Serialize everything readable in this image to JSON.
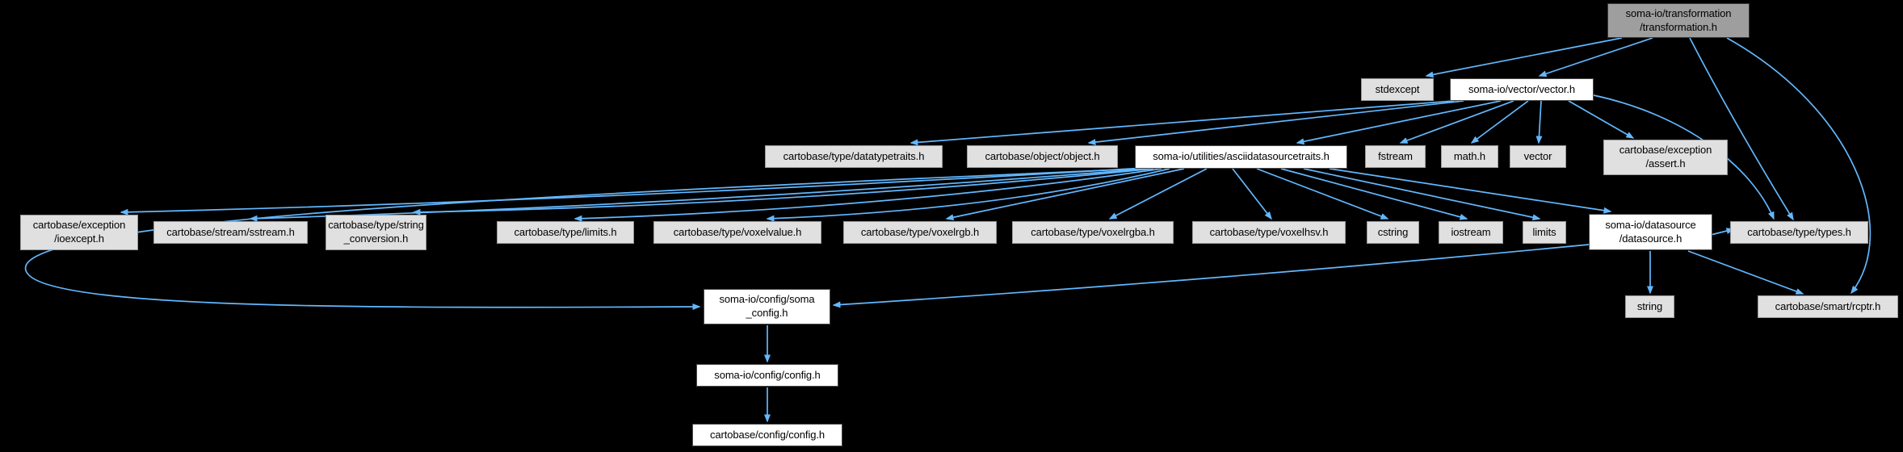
{
  "diagram": {
    "kind": "include-dependency-graph",
    "root": "soma-io/transformation/transformation.h",
    "colors": {
      "background": "#000000",
      "edge": "#63b8ff",
      "root_fill": "#9e9e9e",
      "root_border": "#383838",
      "expanded_fill": "#ffffff",
      "expanded_border": "#4a4a4a",
      "leaf_fill": "#e0e0e0",
      "leaf_border": "#9a9a9a",
      "text": "#000000"
    },
    "nodes": [
      {
        "id": "transformation",
        "kind": "root",
        "lines": [
          "soma-io/transformation",
          "/transformation.h"
        ]
      },
      {
        "id": "stdexcept",
        "kind": "leaf",
        "lines": [
          "stdexcept"
        ]
      },
      {
        "id": "vector_h",
        "kind": "expanded",
        "lines": [
          "soma-io/vector/vector.h"
        ]
      },
      {
        "id": "datatypetraits",
        "kind": "leaf",
        "lines": [
          "cartobase/type/datatypetraits.h"
        ]
      },
      {
        "id": "object",
        "kind": "leaf",
        "lines": [
          "cartobase/object/object.h"
        ]
      },
      {
        "id": "asciitraits",
        "kind": "expanded",
        "lines": [
          "soma-io/utilities/asciidatasourcetraits.h"
        ]
      },
      {
        "id": "fstream",
        "kind": "leaf",
        "lines": [
          "fstream"
        ]
      },
      {
        "id": "math",
        "kind": "leaf",
        "lines": [
          "math.h"
        ]
      },
      {
        "id": "vector_std",
        "kind": "leaf",
        "lines": [
          "vector"
        ]
      },
      {
        "id": "assert",
        "kind": "leaf",
        "lines": [
          "cartobase/exception",
          "/assert.h"
        ]
      },
      {
        "id": "ioexcept",
        "kind": "leaf",
        "lines": [
          "cartobase/exception",
          "/ioexcept.h"
        ]
      },
      {
        "id": "sstream",
        "kind": "leaf",
        "lines": [
          "cartobase/stream/sstream.h"
        ]
      },
      {
        "id": "string_conversion",
        "kind": "leaf",
        "lines": [
          "cartobase/type/string",
          "_conversion.h"
        ]
      },
      {
        "id": "limits_carto",
        "kind": "leaf",
        "lines": [
          "cartobase/type/limits.h"
        ]
      },
      {
        "id": "voxelvalue",
        "kind": "leaf",
        "lines": [
          "cartobase/type/voxelvalue.h"
        ]
      },
      {
        "id": "voxelrgb",
        "kind": "leaf",
        "lines": [
          "cartobase/type/voxelrgb.h"
        ]
      },
      {
        "id": "voxelrgba",
        "kind": "leaf",
        "lines": [
          "cartobase/type/voxelrgba.h"
        ]
      },
      {
        "id": "voxelhsv",
        "kind": "leaf",
        "lines": [
          "cartobase/type/voxelhsv.h"
        ]
      },
      {
        "id": "cstring",
        "kind": "leaf",
        "lines": [
          "cstring"
        ]
      },
      {
        "id": "iostream",
        "kind": "leaf",
        "lines": [
          "iostream"
        ]
      },
      {
        "id": "limits_std",
        "kind": "leaf",
        "lines": [
          "limits"
        ]
      },
      {
        "id": "datasource",
        "kind": "expanded",
        "lines": [
          "soma-io/datasource",
          "/datasource.h"
        ]
      },
      {
        "id": "types",
        "kind": "leaf",
        "lines": [
          "cartobase/type/types.h"
        ]
      },
      {
        "id": "soma_config",
        "kind": "expanded",
        "lines": [
          "soma-io/config/soma",
          "_config.h"
        ]
      },
      {
        "id": "string_std",
        "kind": "leaf",
        "lines": [
          "string"
        ]
      },
      {
        "id": "rcptr",
        "kind": "leaf",
        "lines": [
          "cartobase/smart/rcptr.h"
        ]
      },
      {
        "id": "config_soma",
        "kind": "expanded",
        "lines": [
          "soma-io/config/config.h"
        ]
      },
      {
        "id": "config_carto",
        "kind": "expanded",
        "lines": [
          "cartobase/config/config.h"
        ]
      }
    ],
    "edges": [
      {
        "from": "transformation",
        "to": "stdexcept"
      },
      {
        "from": "transformation",
        "to": "vector_h"
      },
      {
        "from": "transformation",
        "to": "types"
      },
      {
        "from": "transformation",
        "to": "rcptr"
      },
      {
        "from": "vector_h",
        "to": "datatypetraits"
      },
      {
        "from": "vector_h",
        "to": "object"
      },
      {
        "from": "vector_h",
        "to": "asciitraits"
      },
      {
        "from": "vector_h",
        "to": "fstream"
      },
      {
        "from": "vector_h",
        "to": "math"
      },
      {
        "from": "vector_h",
        "to": "vector_std"
      },
      {
        "from": "vector_h",
        "to": "assert"
      },
      {
        "from": "vector_h",
        "to": "types"
      },
      {
        "from": "asciitraits",
        "to": "ioexcept"
      },
      {
        "from": "asciitraits",
        "to": "sstream"
      },
      {
        "from": "asciitraits",
        "to": "string_conversion"
      },
      {
        "from": "asciitraits",
        "to": "limits_carto"
      },
      {
        "from": "asciitraits",
        "to": "voxelvalue"
      },
      {
        "from": "asciitraits",
        "to": "voxelrgb"
      },
      {
        "from": "asciitraits",
        "to": "voxelrgba"
      },
      {
        "from": "asciitraits",
        "to": "voxelhsv"
      },
      {
        "from": "asciitraits",
        "to": "cstring"
      },
      {
        "from": "asciitraits",
        "to": "iostream"
      },
      {
        "from": "asciitraits",
        "to": "limits_std"
      },
      {
        "from": "asciitraits",
        "to": "datasource"
      },
      {
        "from": "asciitraits",
        "to": "soma_config"
      },
      {
        "from": "datasource",
        "to": "soma_config"
      },
      {
        "from": "datasource",
        "to": "string_std"
      },
      {
        "from": "datasource",
        "to": "types"
      },
      {
        "from": "datasource",
        "to": "rcptr"
      },
      {
        "from": "soma_config",
        "to": "config_soma"
      },
      {
        "from": "config_soma",
        "to": "config_carto"
      }
    ]
  }
}
